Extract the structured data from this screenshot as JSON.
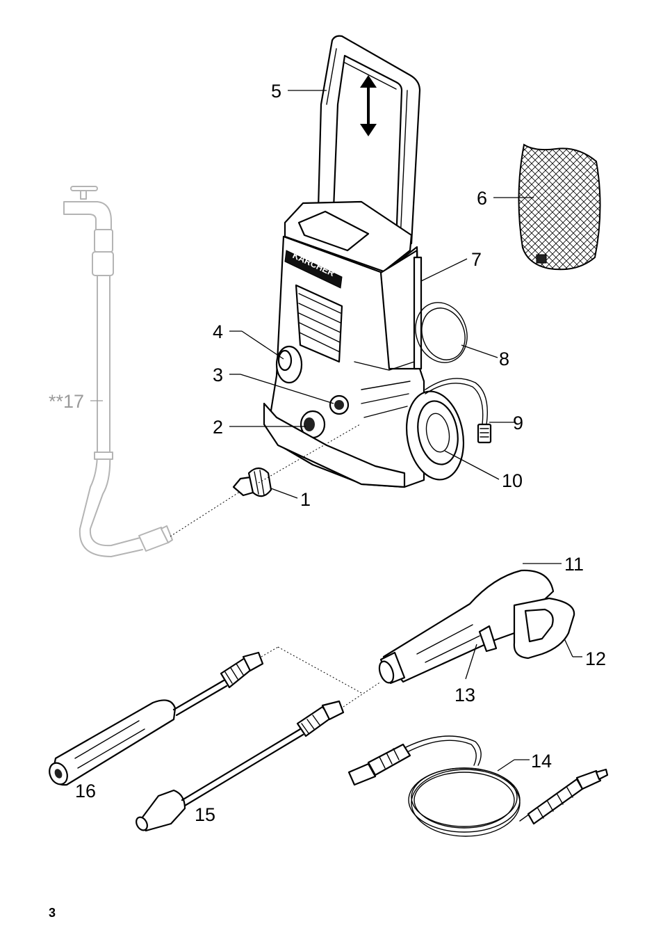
{
  "callouts": {
    "c1": "1",
    "c2": "2",
    "c3": "3",
    "c4": "4",
    "c5": "5",
    "c6": "6",
    "c7": "7",
    "c8": "8",
    "c9": "9",
    "c10": "10",
    "c11": "11",
    "c12": "12",
    "c13": "13",
    "c14": "14",
    "c15": "15",
    "c16": "16",
    "c17": "**17"
  },
  "brand": "KÄRCHER",
  "page_number": "3"
}
